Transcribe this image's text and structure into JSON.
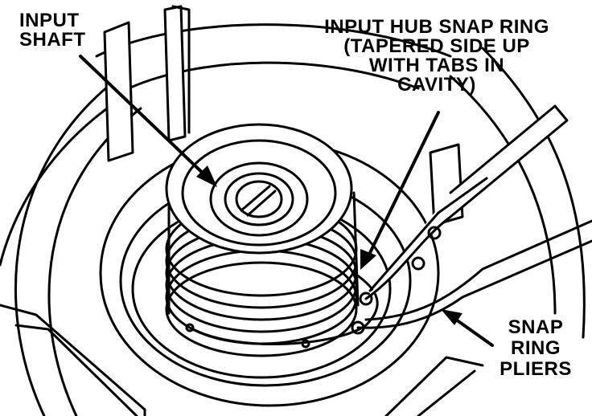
{
  "labels": {
    "input_shaft": [
      "INPUT",
      "SHAFT"
    ],
    "input_hub_snap_ring": [
      "INPUT HUB SNAP RING",
      "(TAPERED SIDE UP",
      "WITH TABS IN",
      "CAVITY)"
    ],
    "snap_ring_pliers": [
      "SNAP",
      "RING",
      "PLIERS"
    ]
  },
  "colors": {
    "ink": "#000000",
    "paper": "#ffffff"
  }
}
